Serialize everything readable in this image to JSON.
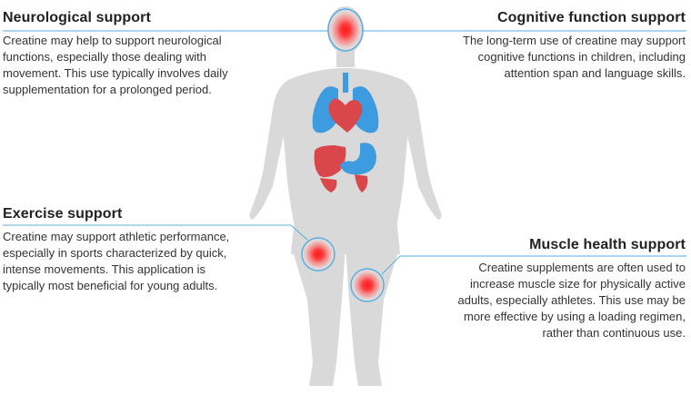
{
  "callouts": {
    "neurological": {
      "title": "Neurological support",
      "lines": [
        "Creatine may help to support neurological",
        "functions, especially those dealing with",
        "movement. This use typically involves daily",
        "supplementation for a prolonged period."
      ]
    },
    "cognitive": {
      "title": "Cognitive function support",
      "lines": [
        "The long-term use of creatine may support",
        "cognitive functions in children, including",
        "attention span and language skills."
      ]
    },
    "exercise": {
      "title": "Exercise support",
      "lines": [
        "Creatine may support athletic performance,",
        "especially in sports characterized by quick,",
        "intense movements. This application is",
        "typically most beneficial for young adults."
      ]
    },
    "muscle": {
      "title": "Muscle health support",
      "lines": [
        "Creatine supplements are often used to",
        "increase muscle size for physically active",
        "adults, especially athletes. This use may be",
        "more effective by using a loading regimen,",
        "rather than continuous use."
      ]
    }
  },
  "colors": {
    "body": "#d9d9d9",
    "lungs": "#3d9be0",
    "heart": "#d9474a",
    "stomach": "#3d9be0",
    "liver": "#d9474a",
    "leader_line": "#5aaee0",
    "hotspot": "#ff2a2a"
  },
  "icons": [
    "brain-hotspot",
    "thigh-hotspot",
    "knee-hotspot"
  ]
}
